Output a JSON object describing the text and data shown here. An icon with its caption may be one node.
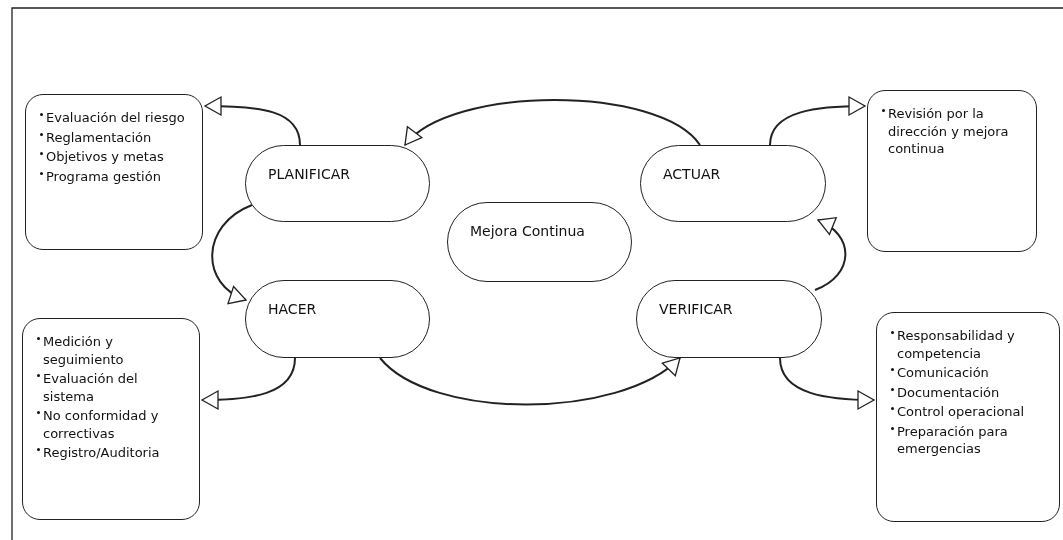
{
  "diagram": {
    "nodes": [
      {
        "text": [
          "PLANIFICAR"
        ]
      },
      {
        "text": [
          "ACTUAR"
        ]
      },
      {
        "text": [
          "Mejora Continua"
        ]
      },
      {
        "text": [
          "HACER"
        ]
      },
      {
        "text": [
          "VERIFICAR"
        ]
      },
      {
        "text": [
          "Evaluación del riesgo",
          "Reglamentación",
          "Objetivos y metas",
          "Programa gestión"
        ]
      },
      {
        "text": [
          "Revisión por la dirección y mejora continua"
        ]
      },
      {
        "text": [
          "Medición y seguimiento",
          "Evaluación del sistema",
          "No conformidad y correctivas",
          "Registro/Auditoria"
        ]
      },
      {
        "text": [
          "Responsabilidad y competencia",
          "Comunicación",
          "Documentación",
          "Control operacional",
          "Preparación para emergencias"
        ]
      }
    ],
    "edges": [
      {
        "from": 0,
        "to": 5,
        "arrow": "to"
      },
      {
        "from": 1,
        "to": 6,
        "arrow": "to"
      },
      {
        "from": 3,
        "to": 7,
        "arrow": "to"
      },
      {
        "from": 4,
        "to": 8,
        "arrow": "to"
      },
      {
        "from": 0,
        "to": 3,
        "arrow": "to"
      },
      {
        "from": 3,
        "to": 4,
        "arrow": "to"
      },
      {
        "from": 4,
        "to": 1,
        "arrow": "to"
      },
      {
        "from": 1,
        "to": 0,
        "arrow": "to"
      }
    ]
  }
}
